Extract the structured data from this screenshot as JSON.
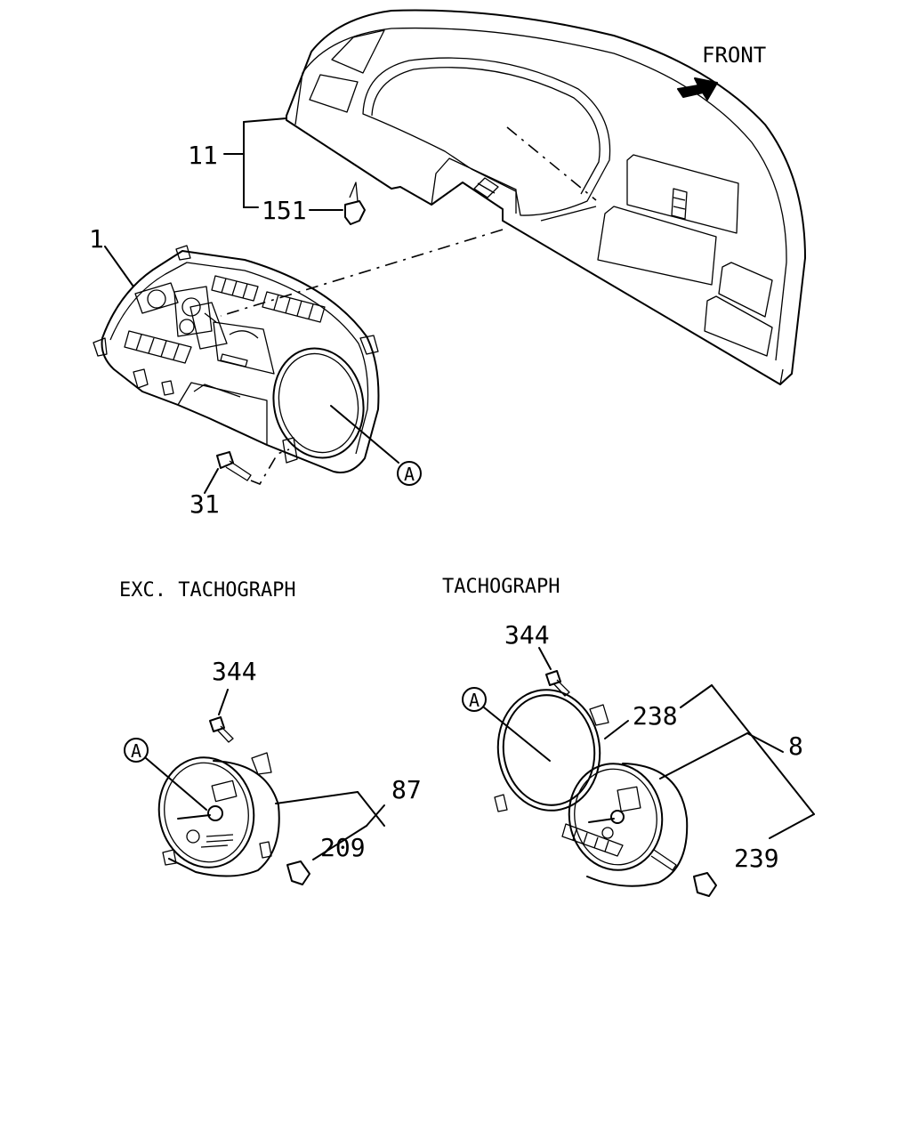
{
  "orientation_label": "FRONT",
  "captions": {
    "left_variant": "EXC. TACHOGRAPH",
    "right_variant": "TACHOGRAPH"
  },
  "callouts": {
    "instrument_panel": "11",
    "clip": "151",
    "meter_assembly": "1",
    "bolt": "31",
    "ref_a_top": "A",
    "screw_left": "344",
    "ref_a_left": "A",
    "speedometer_left": "87",
    "bulb_left": "209",
    "screw_right": "344",
    "ref_a_right": "A",
    "lens_ring": "238",
    "tachograph_assembly": "8",
    "bulb_right": "239"
  }
}
